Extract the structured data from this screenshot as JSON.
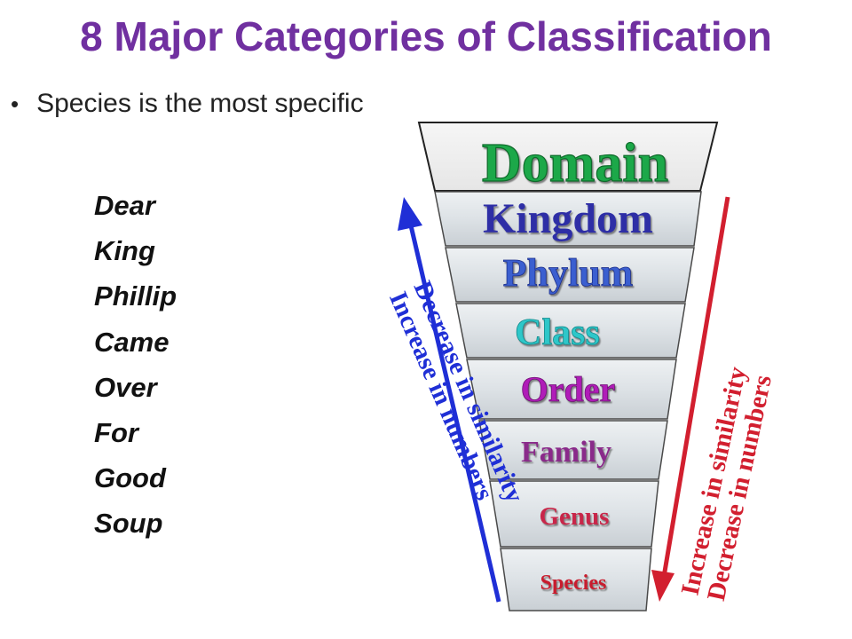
{
  "slide": {
    "title": "8 Major Categories of Classification",
    "bullet": "Species is the most specific"
  },
  "mnemonic": {
    "words": [
      {
        "first": "D",
        "rest": "ear"
      },
      {
        "first": "K",
        "rest": "ing"
      },
      {
        "first": "P",
        "rest": "hillip"
      },
      {
        "first": "C",
        "rest": "ame"
      },
      {
        "first": "O",
        "rest": "ver"
      },
      {
        "first": "F",
        "rest": "or"
      },
      {
        "first": "G",
        "rest": "ood"
      },
      {
        "first": "S",
        "rest": "oup"
      }
    ]
  },
  "funnel": {
    "ranks": [
      {
        "label": "Domain",
        "color": "#1fa84a"
      },
      {
        "label": "Kingdom",
        "color": "#2d2fa6"
      },
      {
        "label": "Phylum",
        "color": "#3a5fd0"
      },
      {
        "label": "Class",
        "color": "#2ec7c9"
      },
      {
        "label": "Order",
        "color": "#b01fb8"
      },
      {
        "label": "Family",
        "color": "#8a2a8a"
      },
      {
        "label": "Genus",
        "color": "#c8284a"
      },
      {
        "label": "Species",
        "color": "#c81e2e"
      }
    ]
  },
  "arrows": {
    "left": {
      "line1": "Decrease in similarity",
      "line2": "Increase in numbers",
      "color": "#1f2fd6"
    },
    "right": {
      "line1": "Increase in similarity",
      "line2": "Decrease in numbers",
      "color": "#d21f2f"
    }
  }
}
